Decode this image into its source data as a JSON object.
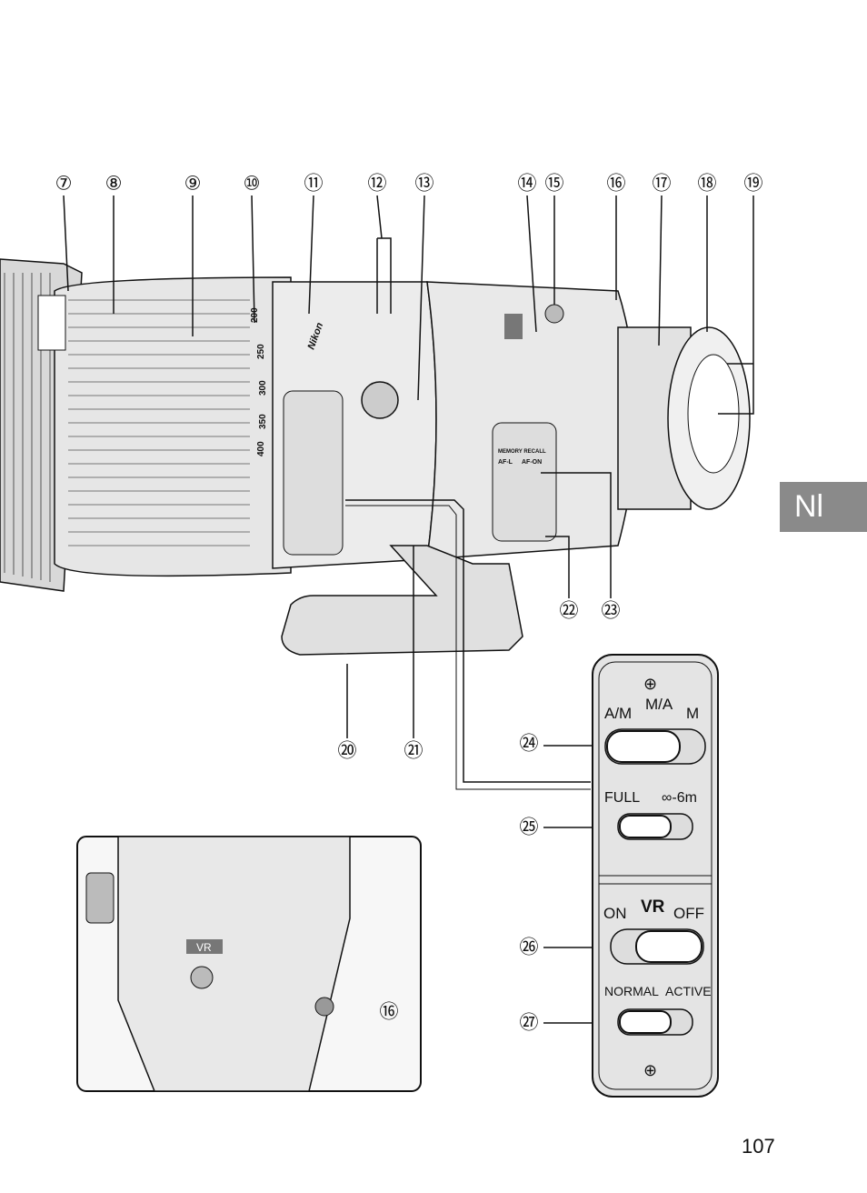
{
  "page": {
    "number": "107",
    "language_tab": "Nl"
  },
  "callouts": {
    "c7": "⑦",
    "c8": "⑧",
    "c9": "⑨",
    "c10": "⑩",
    "c11": "⑪",
    "c12": "⑫",
    "c13": "⑬",
    "c14": "⑭",
    "c15": "⑮",
    "c16": "⑯",
    "c17": "⑰",
    "c18": "⑱",
    "c19": "⑲",
    "c20": "⑳",
    "c21": "㉑",
    "c22": "㉒",
    "c23": "㉓",
    "c24": "㉔",
    "c25": "㉕",
    "c26": "㉖",
    "c27": "㉗",
    "c16_inset": "⑯"
  },
  "lens_markings": {
    "brand": "Nikon",
    "focal_lengths": [
      "200",
      "250",
      "300",
      "350",
      "400"
    ],
    "vr_badge": "VR",
    "memory_recall": "MEMORY RECALL",
    "af_l": "AF-L",
    "af_on": "AF-ON"
  },
  "switch_panel": {
    "focus_mode": {
      "left": "A/M",
      "center": "M/A",
      "right": "M"
    },
    "focus_limit": {
      "left": "FULL",
      "right": "∞-6m"
    },
    "vr": {
      "title": "VR",
      "left": "ON",
      "right": "OFF"
    },
    "vr_mode": {
      "left": "NORMAL",
      "right": "ACTIVE"
    }
  },
  "colors": {
    "tab": "#8a8a8a",
    "lens_body": "#e6e6e6",
    "outline": "#111111",
    "inset_bg": "#f2f2f2"
  }
}
